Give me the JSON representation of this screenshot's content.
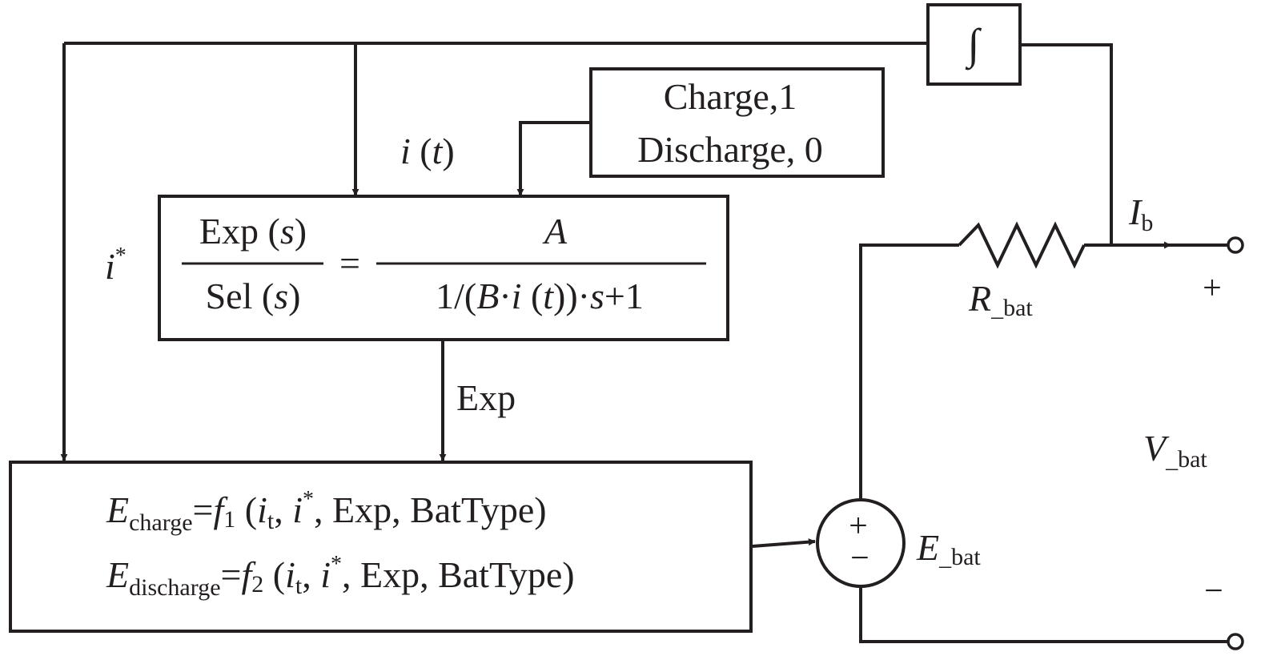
{
  "integrator": {
    "symbol": "∫"
  },
  "mode_block": {
    "line1": "Charge,1",
    "line2": "Discharge, 0"
  },
  "labels": {
    "current_t": {
      "i": "i",
      "open": " (",
      "t": "t",
      "close": ")"
    },
    "i_star": {
      "i": "i",
      "star": "*"
    },
    "exp_signal": "Exp",
    "current_b": {
      "main": "I",
      "sub": "b"
    },
    "plus_terminal": "+",
    "minus_terminal": "−",
    "source_plus": "+",
    "source_minus": "−"
  },
  "transfer_block": {
    "lhs_num": {
      "a": "Exp (",
      "s": "s",
      "b": ")"
    },
    "lhs_den": {
      "a": "Sel (",
      "s": "s",
      "b": ")"
    },
    "equals": "=",
    "rhs_num": "A",
    "rhs_den": {
      "a": "1/(",
      "B": "B",
      "dot1": "·",
      "i": "i",
      "t_open": " (",
      "t": "t",
      "t_close": "))·",
      "s": "s",
      "tail": "+1"
    }
  },
  "equation_block": {
    "charge": {
      "E": "E",
      "sub": "charge",
      "eq": "=",
      "f": "f",
      "fsub": "1",
      "open": " (",
      "i": "i",
      "isub": "t",
      "comma1": ", ",
      "i2": "i",
      "star": "*",
      "rest": ", Exp, BatType)"
    },
    "discharge": {
      "E": "E",
      "sub": "discharge",
      "eq": "=",
      "f": "f",
      "fsub": "2",
      "open": " (",
      "i": "i",
      "isub": "t",
      "comma1": ", ",
      "i2": "i",
      "star": "*",
      "rest": ", Exp, BatType)"
    }
  },
  "resistor": {
    "main": "R",
    "sub": "_bat"
  },
  "source": {
    "main": "E",
    "sub": "_bat"
  },
  "voltage": {
    "main": "V",
    "sub": "_bat"
  },
  "colors": {
    "line": "#231f20",
    "background": "#ffffff"
  }
}
